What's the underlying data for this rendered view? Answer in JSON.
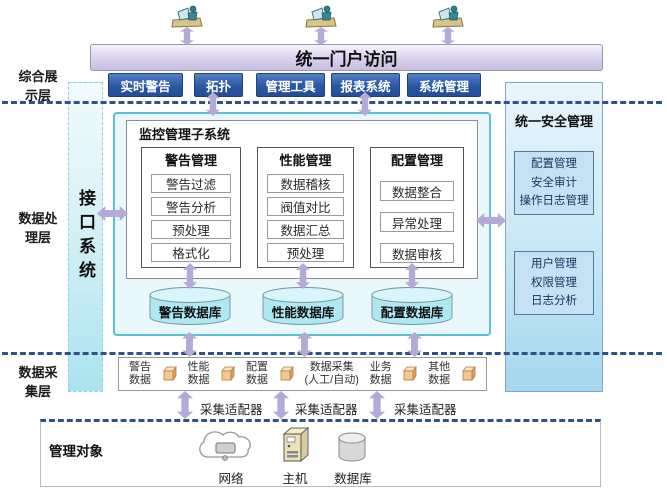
{
  "portal": {
    "title": "统一门户访问"
  },
  "nav": {
    "items": [
      "实时警告",
      "拓扑",
      "管理工具",
      "报表系统",
      "系统管理"
    ]
  },
  "layers": {
    "labels": [
      "综合展\n示层",
      "数据处\n理层",
      "数据采\n集层"
    ]
  },
  "interface": {
    "label": "接口系统"
  },
  "monitor": {
    "title": "监控管理子系统",
    "columns": [
      {
        "title": "警告管理",
        "items": [
          "警告过滤",
          "警告分析",
          "预处理",
          "格式化"
        ]
      },
      {
        "title": "性能管理",
        "items": [
          "数据稽核",
          "阀值对比",
          "数据汇总",
          "预处理"
        ]
      },
      {
        "title": "配置管理",
        "items": [
          "数据整合",
          "异常处理",
          "数据审核"
        ]
      }
    ],
    "databases": [
      "警告数据库",
      "性能数据库",
      "配置数据库"
    ]
  },
  "security": {
    "title": "统一安全管理",
    "groups": [
      "配置管理\n安全审计\n操作日志管理",
      "用户管理\n权限管理\n日志分析"
    ]
  },
  "collection": {
    "items": [
      {
        "label": "警告\n数据"
      },
      {
        "label": "性能\n数据"
      },
      {
        "label": "配置\n数据"
      },
      {
        "label": "数据采集\n(人工/自动)"
      },
      {
        "label": "业务\n数据"
      },
      {
        "label": "其他\n数据"
      }
    ],
    "adapter_label": "采集适配器"
  },
  "managed": {
    "title": "管理对象",
    "items": [
      "网络",
      "主机",
      "数据库"
    ]
  },
  "icons": [
    "user-terminal-icon",
    "data-cube-icon",
    "network-cloud-icon",
    "host-server-icon",
    "database-cylinder-icon"
  ],
  "colors": {
    "button_blue": "#2a57a2",
    "portal_lavender": "#c7bde3",
    "panel_cyan_border": "#58c1d9",
    "arrow_purple": "#b4a9d7",
    "dash_navy": "#31518a",
    "db_cyan": "#aee9f2",
    "security_blue": "#c5e1f3",
    "cube_orange": "#f2c892"
  }
}
